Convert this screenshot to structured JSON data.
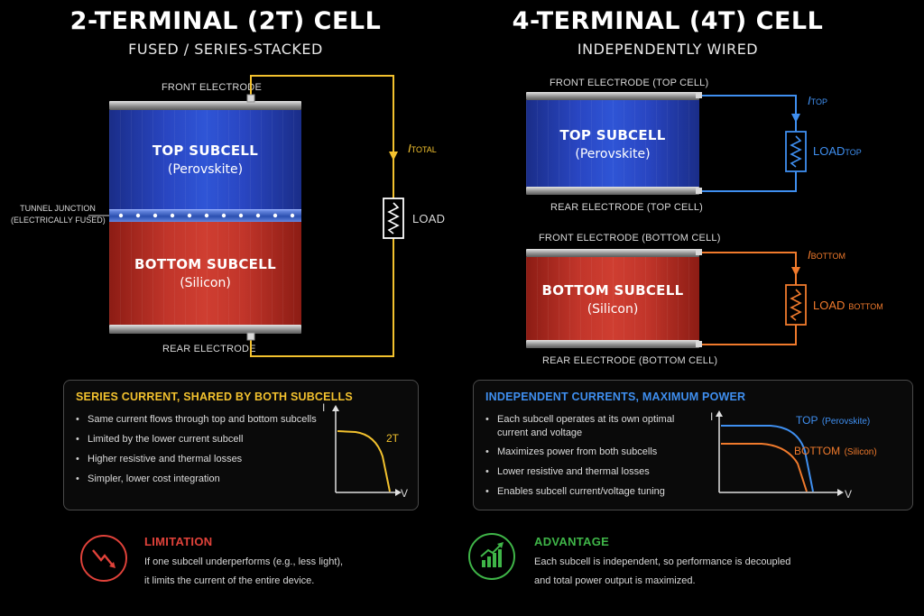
{
  "left": {
    "title": "2-TERMINAL (2T) CELL",
    "subtitle": "FUSED / SERIES-STACKED",
    "front_electrode": "FRONT ELECTRODE",
    "rear_electrode": "REAR ELECTRODE",
    "tunnel_junction_1": "TUNNEL JUNCTION",
    "tunnel_junction_2": "(ELECTRICALLY FUSED)",
    "top_subcell": {
      "name": "TOP SUBCELL",
      "material": "(Perovskite)"
    },
    "bottom_subcell": {
      "name": "BOTTOM SUBCELL",
      "material": "(Silicon)"
    },
    "current_label": "I",
    "current_sub": "TOTAL",
    "load_label": "LOAD",
    "panel": {
      "title": "SERIES CURRENT, SHARED BY BOTH SUBCELLS",
      "bullets": [
        "Same current flows through top and bottom subcells",
        "Limited by the lower current subcell",
        "Higher resistive and thermal losses",
        "Simpler, lower cost integration"
      ],
      "chart": {
        "y_axis": "I",
        "x_axis": "V",
        "curve_label": "2T"
      }
    },
    "callout": {
      "title": "LIMITATION",
      "line1": "If one subcell underperforms (e.g., less light),",
      "line2": "it limits the current of the entire device."
    }
  },
  "right": {
    "title": "4-TERMINAL (4T) CELL",
    "subtitle": "INDEPENDENTLY WIRED",
    "front_top": "FRONT ELECTRODE (TOP CELL)",
    "rear_top": "REAR ELECTRODE (TOP CELL)",
    "front_bottom": "FRONT ELECTRODE (BOTTOM CELL)",
    "rear_bottom": "REAR ELECTRODE (BOTTOM CELL)",
    "top_subcell": {
      "name": "TOP SUBCELL",
      "material": "(Perovskite)"
    },
    "bottom_subcell": {
      "name": "BOTTOM SUBCELL",
      "material": "(Silicon)"
    },
    "i_top": {
      "label": "I",
      "sub": "TOP"
    },
    "i_bottom": {
      "label": "I",
      "sub": "BOTTOM"
    },
    "load_top": {
      "label": "LOAD",
      "sub": "TOP"
    },
    "load_bottom": {
      "label": "LOAD",
      "sub": "BOTTOM"
    },
    "panel": {
      "title": "INDEPENDENT CURRENTS, MAXIMUM POWER",
      "bullets": [
        "Each subcell operates at its own optimal current and voltage",
        "Maximizes power from both subcells",
        "Lower resistive and thermal losses",
        "Enables subcell current/voltage tuning"
      ],
      "chart": {
        "y_axis": "I",
        "x_axis": "V",
        "top_label": "TOP",
        "top_material": "(Perovskite)",
        "bottom_label": "BOTTOM",
        "bottom_material": "(Silicon)"
      }
    },
    "callout": {
      "title": "ADVANTAGE",
      "line1": "Each subcell is independent, so performance is decoupled",
      "line2": "and total power output is maximized."
    }
  },
  "colors": {
    "yellow": "#f2c12e",
    "blue": "#3f8ff0",
    "orange": "#f07a2c",
    "red": "#e0423a",
    "green": "#3fb548"
  }
}
